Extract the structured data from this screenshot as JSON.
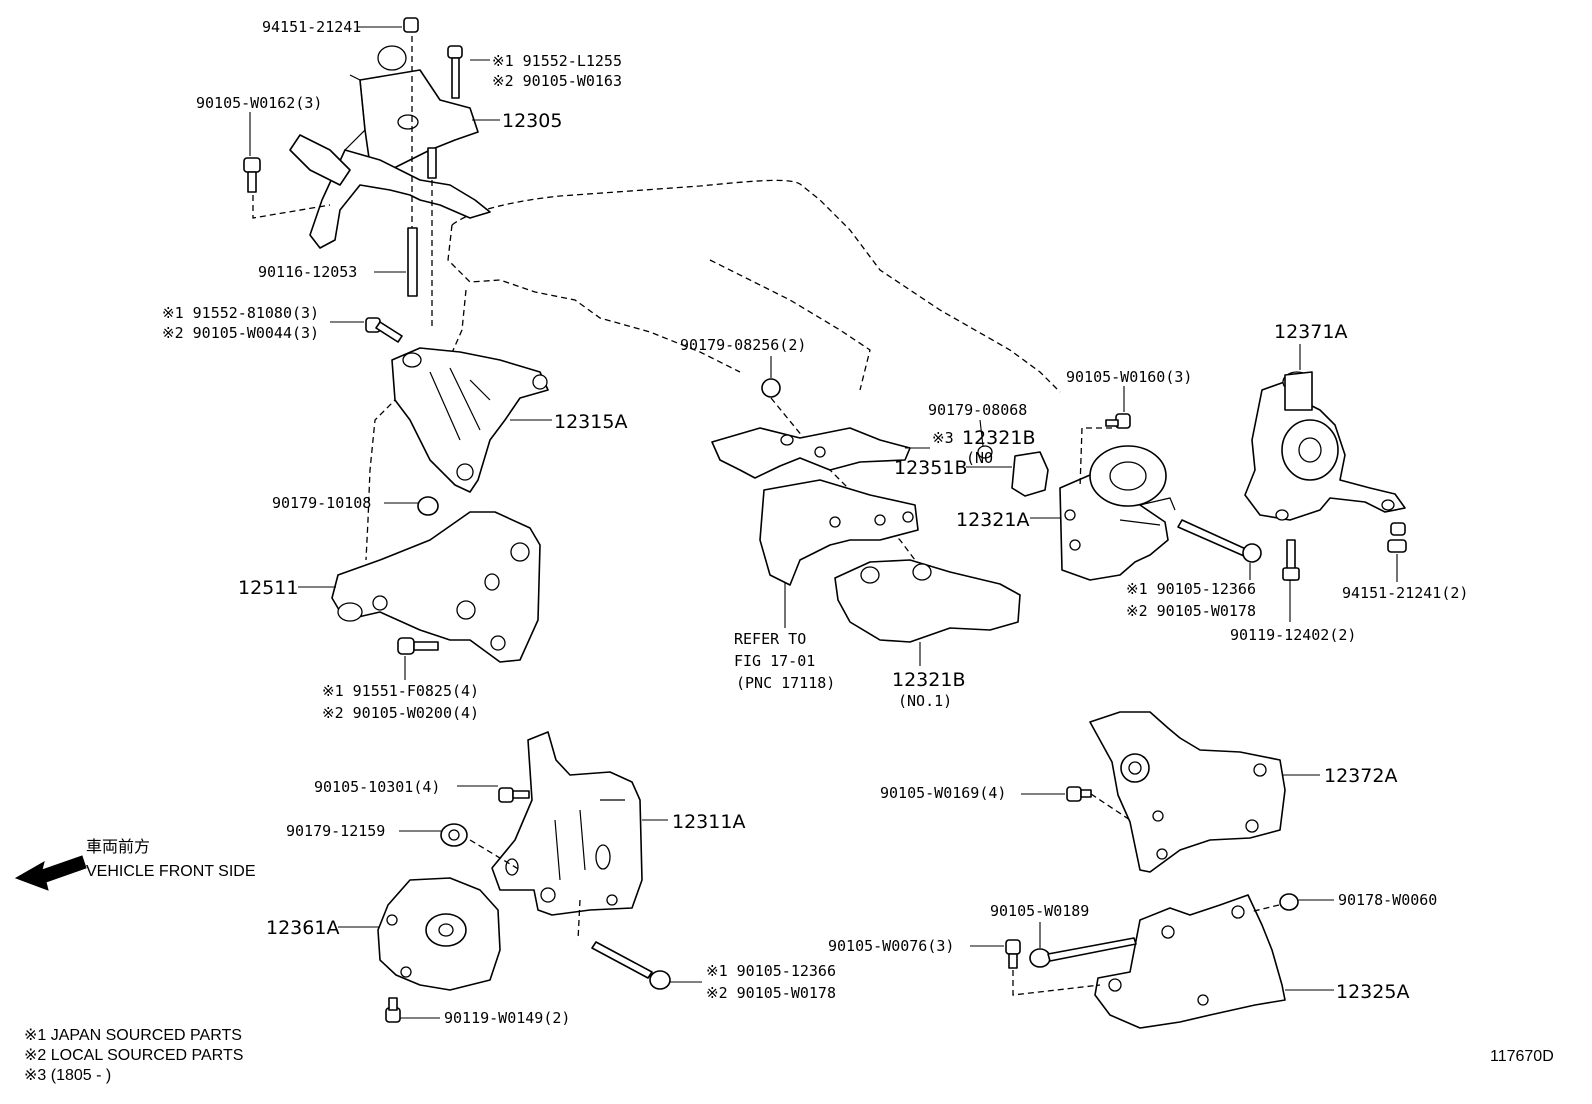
{
  "diagram": {
    "callouts": [
      {
        "id": "c01",
        "text": "94151-21241"
      },
      {
        "id": "c02",
        "text": "※1 91552-L1255"
      },
      {
        "id": "c03",
        "text": "※2 90105-W0163"
      },
      {
        "id": "c04",
        "text": "90105-W0162(3)"
      },
      {
        "id": "c05",
        "text": "12305"
      },
      {
        "id": "c06",
        "text": "90116-12053"
      },
      {
        "id": "c07",
        "text": "※1 91552-81080(3)"
      },
      {
        "id": "c08",
        "text": "※2 90105-W0044(3)"
      },
      {
        "id": "c09",
        "text": "12315A"
      },
      {
        "id": "c10",
        "text": "90179-10108"
      },
      {
        "id": "c11",
        "text": "12511"
      },
      {
        "id": "c12",
        "text": "※1 91551-F0825(4)"
      },
      {
        "id": "c13",
        "text": "※2 90105-W0200(4)"
      },
      {
        "id": "c14",
        "text": "90179-08256(2)"
      },
      {
        "id": "c15",
        "text": "90179-08068"
      },
      {
        "id": "c16",
        "text": "※3"
      },
      {
        "id": "c17",
        "text": "12321B"
      },
      {
        "id": "c18",
        "text": "(NO"
      },
      {
        "id": "c19",
        "text": "12351B"
      },
      {
        "id": "c20",
        "text": "REFER TO"
      },
      {
        "id": "c21",
        "text": "FIG 17-01"
      },
      {
        "id": "c22",
        "text": "(PNC 17118)"
      },
      {
        "id": "c23",
        "text": "12321B"
      },
      {
        "id": "c24",
        "text": "(NO.1)"
      },
      {
        "id": "c25",
        "text": "90105-W0160(3)"
      },
      {
        "id": "c26",
        "text": "12321A"
      },
      {
        "id": "c27",
        "text": "※1 90105-12366"
      },
      {
        "id": "c28",
        "text": "※2 90105-W0178"
      },
      {
        "id": "c29",
        "text": "12371A"
      },
      {
        "id": "c30",
        "text": "94151-21241(2)"
      },
      {
        "id": "c31",
        "text": "90119-12402(2)"
      },
      {
        "id": "c32",
        "text": "90105-10301(4)"
      },
      {
        "id": "c33",
        "text": "12311A"
      },
      {
        "id": "c34",
        "text": "90179-12159"
      },
      {
        "id": "c35",
        "text": "12361A"
      },
      {
        "id": "c36",
        "text": "90119-W0149(2)"
      },
      {
        "id": "c37",
        "text": "※1 90105-12366"
      },
      {
        "id": "c38",
        "text": "※2 90105-W0178"
      },
      {
        "id": "c39",
        "text": "12372A"
      },
      {
        "id": "c40",
        "text": "90105-W0169(4)"
      },
      {
        "id": "c41",
        "text": "90105-W0189"
      },
      {
        "id": "c42",
        "text": "90178-W0060"
      },
      {
        "id": "c43",
        "text": "90105-W0076(3)"
      },
      {
        "id": "c44",
        "text": "12325A"
      }
    ],
    "direction": {
      "jp": "車両前方",
      "en": "VEHICLE FRONT SIDE"
    },
    "legend": [
      "※1 JAPAN SOURCED PARTS",
      "※2 LOCAL SOURCED PARTS",
      "※3 (1805 -      )"
    ],
    "figure_id": "117670D"
  }
}
